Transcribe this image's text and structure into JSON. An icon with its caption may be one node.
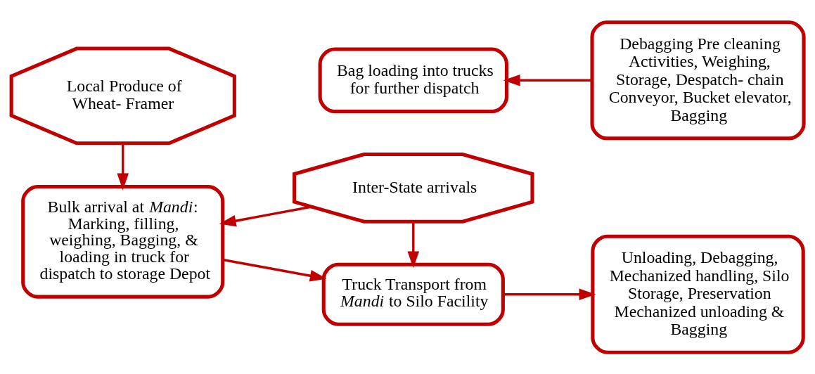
{
  "diagram": {
    "nodes": [
      {
        "text": [
          "Bulk arrival at *Mandi*: Marking, filling, weighing, Bagging, & loading in truck for dispatch to storage Depot"
        ]
      },
      {
        "text": [
          "Truck Transport from *Mandi* to Silo Facility"
        ]
      },
      {
        "text": [
          "Unloading, Debagging, Mechanized handling, Silo Storage, Preservation Mechanized unloading & Bagging"
        ]
      },
      {
        "text": [
          "Local Produce of Wheat- Framer"
        ]
      },
      {
        "text": [
          "Inter-State arrivals"
        ]
      },
      {
        "text": [
          "Debagging Pre cleaning Activities, Weighing, Storage, Despatch- chain Conveyor, Bucket elevator, Bagging"
        ]
      },
      {
        "text": [
          "Bag loading into trucks for further dispatch"
        ]
      }
    ],
    "edges": [
      {
        "from": 3,
        "to": 0,
        "arrow": "to"
      },
      {
        "from": 4,
        "to": 0,
        "arrow": "to"
      },
      {
        "from": 4,
        "to": 1,
        "arrow": "to"
      },
      {
        "from": 0,
        "to": 1,
        "arrow": "to"
      },
      {
        "from": 1,
        "to": 2,
        "arrow": "to"
      },
      {
        "from": 5,
        "to": 6,
        "arrow": "to"
      }
    ]
  }
}
